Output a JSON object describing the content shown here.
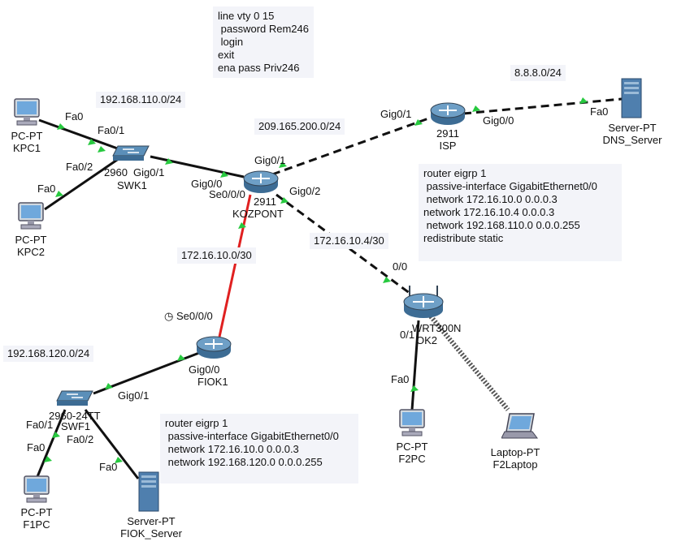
{
  "notes": {
    "vty": [
      "line vty 0 15",
      " password Rem246",
      " login",
      "exit",
      "ena pass Priv246"
    ],
    "kozpont_eigrp": [
      "router eigrp 1",
      " passive-interface GigabitEthernet0/0",
      " network 172.16.10.0 0.0.0.3",
      "network 172.16.10.4 0.0.0.3",
      " network 192.168.110.0 0.0.0.255",
      "redistribute static"
    ],
    "fiok_eigrp": [
      "router eigrp 1",
      " passive-interface GigabitEthernet0/0",
      " network 172.16.10.0 0.0.0.3",
      " network 192.168.120.0 0.0.0.255"
    ]
  },
  "networks": {
    "n110": "192.168.110.0/24",
    "n209": "209.165.200.0/24",
    "n888": "8.8.8.0/24",
    "n1716_0": "172.16.10.0/30",
    "n1716_4": "172.16.10.4/30",
    "n120": "192.168.120.0/24"
  },
  "devices": {
    "kpc1": {
      "type": "PC-PT",
      "name": "KPC1"
    },
    "kpc2": {
      "type": "PC-PT",
      "name": "KPC2"
    },
    "swk1": {
      "type": "2960",
      "name": "SWK1"
    },
    "kozpont": {
      "type": "2911",
      "name": "KOZPONT"
    },
    "isp": {
      "type": "2911",
      "name": "ISP"
    },
    "dns": {
      "type": "Server-PT",
      "name": "DNS_Server"
    },
    "fiok1": {
      "type": "",
      "name": "FIOK1"
    },
    "swf1": {
      "type": "2960-24TT",
      "name": "SWF1"
    },
    "f1pc": {
      "type": "PC-PT",
      "name": "F1PC"
    },
    "fiokserver": {
      "type": "Server-PT",
      "name": "FIOK_Server"
    },
    "wrt": {
      "type": "WRT300N",
      "name": "OK2"
    },
    "f2pc": {
      "type": "PC-PT",
      "name": "F2PC"
    },
    "f2laptop": {
      "type": "Laptop-PT",
      "name": "F2Laptop"
    }
  },
  "ports": {
    "kpc1_fa0": "Fa0",
    "swk1_fa01": "Fa0/1",
    "swk1_fa02": "Fa0/2",
    "kpc2_fa0": "Fa0",
    "swk1_gig01": "Gig0/1",
    "koz_gig00": "Gig0/0",
    "koz_gig01": "Gig0/1",
    "koz_se000": "Se0/0/0",
    "koz_gig02": "Gig0/2",
    "isp_gig01": "Gig0/1",
    "isp_gig00": "Gig0/0",
    "dns_fa0": "Fa0",
    "wrt_00": "0/0",
    "wrt_01": "0/1",
    "f2pc_fa0": "Fa0",
    "fiok_se000": "Se0/0/0",
    "fiok_gig00": "Gig0/0",
    "swf1_gig01": "Gig0/1",
    "swf1_fa01": "Fa0/1",
    "swf1_fa02": "Fa0/2",
    "f1pc_fa0": "Fa0",
    "fsrv_fa0": "Fa0"
  },
  "colors": {
    "ethernet": "#111111",
    "serial": "#e02020",
    "wireless": "#555555",
    "linkup": "#27c93f",
    "note_bg": "#f3f4f9"
  }
}
